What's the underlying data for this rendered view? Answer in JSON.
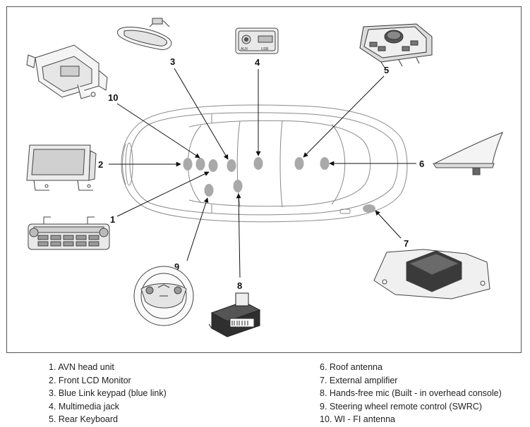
{
  "callouts": {
    "c1": "1",
    "c2": "2",
    "c3": "3",
    "c4": "4",
    "c5": "5",
    "c6": "6",
    "c7": "7",
    "c8": "8",
    "c9": "9",
    "c10": "10"
  },
  "jack_labels": {
    "aux": "AUX",
    "usb": "USB"
  },
  "legend": {
    "left": [
      "1. AVN head unit",
      "2. Front LCD Monitor",
      "3. Blue Link keypad (blue link)",
      "4. Multimedia jack",
      "5. Rear Keyboard"
    ],
    "right": [
      "6. Roof antenna",
      "7. External amplifier",
      "8. Hands-free mic (Built - in overhead console)",
      "9. Steering wheel remote control (SWRC)",
      "10. WI - FI antenna"
    ]
  },
  "colors": {
    "marker": "#a9a9a9",
    "line": "#222222",
    "outline": "#444444"
  }
}
